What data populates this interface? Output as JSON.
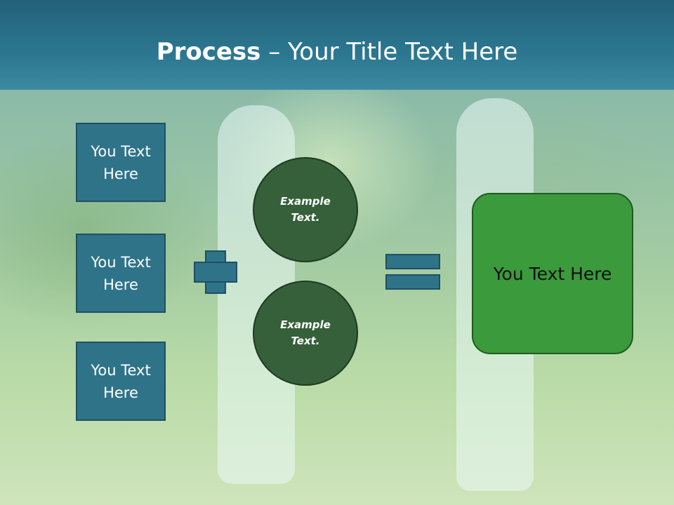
{
  "slide": {
    "title_bold": "Process",
    "title_rest": " – Your Title Text Here",
    "left_boxes": [
      {
        "label": "You Text Here"
      },
      {
        "label": "You Text Here"
      },
      {
        "label": "You Text Here"
      }
    ],
    "circles": [
      {
        "label": "Example Text."
      },
      {
        "label": "Example Text."
      }
    ],
    "result_label": "You Text Here"
  },
  "colors": {
    "title_bar": "#2c7790",
    "box_fill": "#2f7389",
    "circle_fill": "#35603a",
    "result_fill": "#3b9a3b"
  },
  "background_image": "two-women-stretching-in-park-photo",
  "icons": {
    "operator_1": "plus-icon",
    "operator_2": "equals-icon"
  }
}
